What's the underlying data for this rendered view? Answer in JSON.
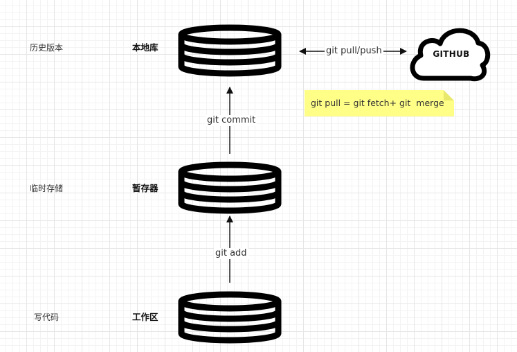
{
  "rows": [
    {
      "side_label": "历史版本",
      "store_label": "本地库"
    },
    {
      "side_label": "临时存储",
      "store_label": "暂存器"
    },
    {
      "side_label": "写代码",
      "store_label": "工作区"
    }
  ],
  "edges": {
    "commit": "git commit",
    "add": "git add",
    "pull_push": "git pull/push"
  },
  "cloud": {
    "label": "GITHUB"
  },
  "note": {
    "text": "git pull = git fetch+ git  merge"
  },
  "colors": {
    "stroke": "#000000",
    "note_bg": "#ffff88",
    "grid": "#e6e6e6"
  }
}
